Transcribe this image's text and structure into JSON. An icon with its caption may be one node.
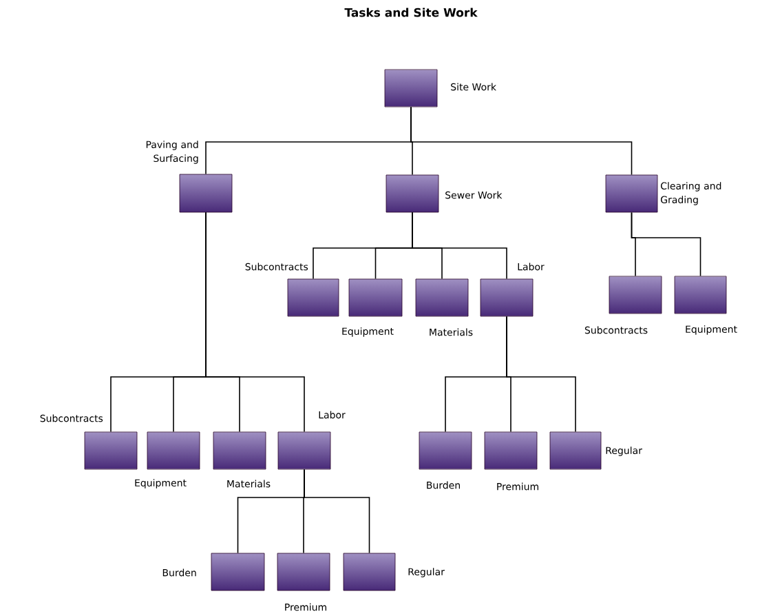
{
  "diagram": {
    "title": "Tasks and Site Work",
    "nodes": [
      {
        "text": [
          "Site Work"
        ]
      },
      {
        "text": [
          "Paving and Surfacing"
        ]
      },
      {
        "text": [
          "Sewer Work"
        ]
      },
      {
        "text": [
          "Clearing and Grading"
        ]
      },
      {
        "text": [
          "Subcontracts"
        ]
      },
      {
        "text": [
          "Equipment"
        ]
      },
      {
        "text": [
          "Materials"
        ]
      },
      {
        "text": [
          "Labor"
        ]
      },
      {
        "text": [
          "Subcontracts"
        ]
      },
      {
        "text": [
          "Equipment"
        ]
      },
      {
        "text": [
          "Subcontracts"
        ]
      },
      {
        "text": [
          "Equipment"
        ]
      },
      {
        "text": [
          "Materials"
        ]
      },
      {
        "text": [
          "Labor"
        ]
      },
      {
        "text": [
          "Burden"
        ]
      },
      {
        "text": [
          "Premium"
        ]
      },
      {
        "text": [
          "Regular"
        ]
      },
      {
        "text": [
          "Burden"
        ]
      },
      {
        "text": [
          "Premium"
        ]
      },
      {
        "text": [
          "Regular"
        ]
      }
    ],
    "edges": [
      {
        "from": 0,
        "to": 1,
        "arrow": "none"
      },
      {
        "from": 0,
        "to": 2,
        "arrow": "none"
      },
      {
        "from": 0,
        "to": 3,
        "arrow": "none"
      },
      {
        "from": 2,
        "to": 4,
        "arrow": "none"
      },
      {
        "from": 2,
        "to": 5,
        "arrow": "none"
      },
      {
        "from": 2,
        "to": 6,
        "arrow": "none"
      },
      {
        "from": 2,
        "to": 7,
        "arrow": "none"
      },
      {
        "from": 3,
        "to": 8,
        "arrow": "none"
      },
      {
        "from": 3,
        "to": 9,
        "arrow": "none"
      },
      {
        "from": 1,
        "to": 10,
        "arrow": "none"
      },
      {
        "from": 1,
        "to": 11,
        "arrow": "none"
      },
      {
        "from": 1,
        "to": 12,
        "arrow": "none"
      },
      {
        "from": 1,
        "to": 13,
        "arrow": "none"
      },
      {
        "from": 7,
        "to": 14,
        "arrow": "none"
      },
      {
        "from": 7,
        "to": 15,
        "arrow": "none"
      },
      {
        "from": 7,
        "to": 16,
        "arrow": "none"
      },
      {
        "from": 13,
        "to": 17,
        "arrow": "none"
      },
      {
        "from": 13,
        "to": 18,
        "arrow": "none"
      },
      {
        "from": 13,
        "to": 19,
        "arrow": "none"
      }
    ]
  }
}
